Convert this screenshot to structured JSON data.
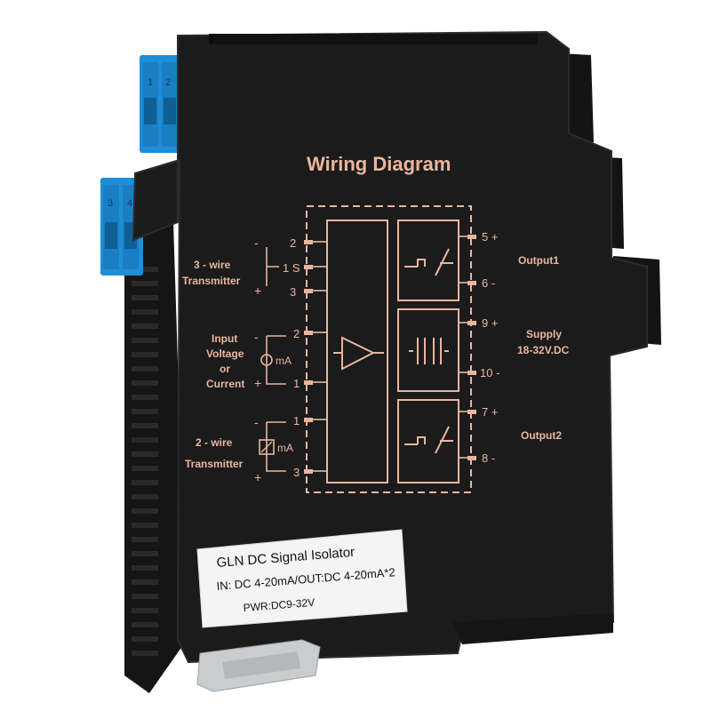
{
  "colors": {
    "housing": "#1b1b1c",
    "housing_edge": "#2c2c2e",
    "print": "#e9b69c",
    "terminal_blue": "#1d8fd8",
    "label_bg": "#f4f4f4",
    "clip_metal": "#c9cdd0"
  },
  "terminals": {
    "top_numbers": [
      "1",
      "2"
    ],
    "bottom_numbers": [
      "3",
      "4"
    ]
  },
  "diagram": {
    "title": "Wiring Diagram",
    "left_groups": [
      {
        "line1": "3 - wire",
        "line2": "Transmitter",
        "line3": ""
      },
      {
        "line1": "Input",
        "line2": "Voltage",
        "line3": "or",
        "line4": "Current"
      },
      {
        "line1": "2 - wire",
        "line2": "Transmitter",
        "line3": ""
      }
    ],
    "left_pins": [
      "2",
      "1 S",
      "3",
      "2",
      "1",
      "1",
      "3"
    ],
    "signs": {
      "minus": "-",
      "plus": "+"
    },
    "ma_label": "mA",
    "right_pins": [
      "5 +",
      "6 -",
      "9 +",
      "10 -",
      "7 +",
      "8 -"
    ],
    "right_labels": {
      "output1": "Output1",
      "supply_line1": "Supply",
      "supply_line2": "18-32V.DC",
      "output2": "Output2"
    }
  },
  "label": {
    "line1": "GLN DC Signal Isolator",
    "line2": "IN: DC 4-20mA/OUT:DC 4-20mA*2",
    "line3": "PWR:DC9-32V"
  }
}
